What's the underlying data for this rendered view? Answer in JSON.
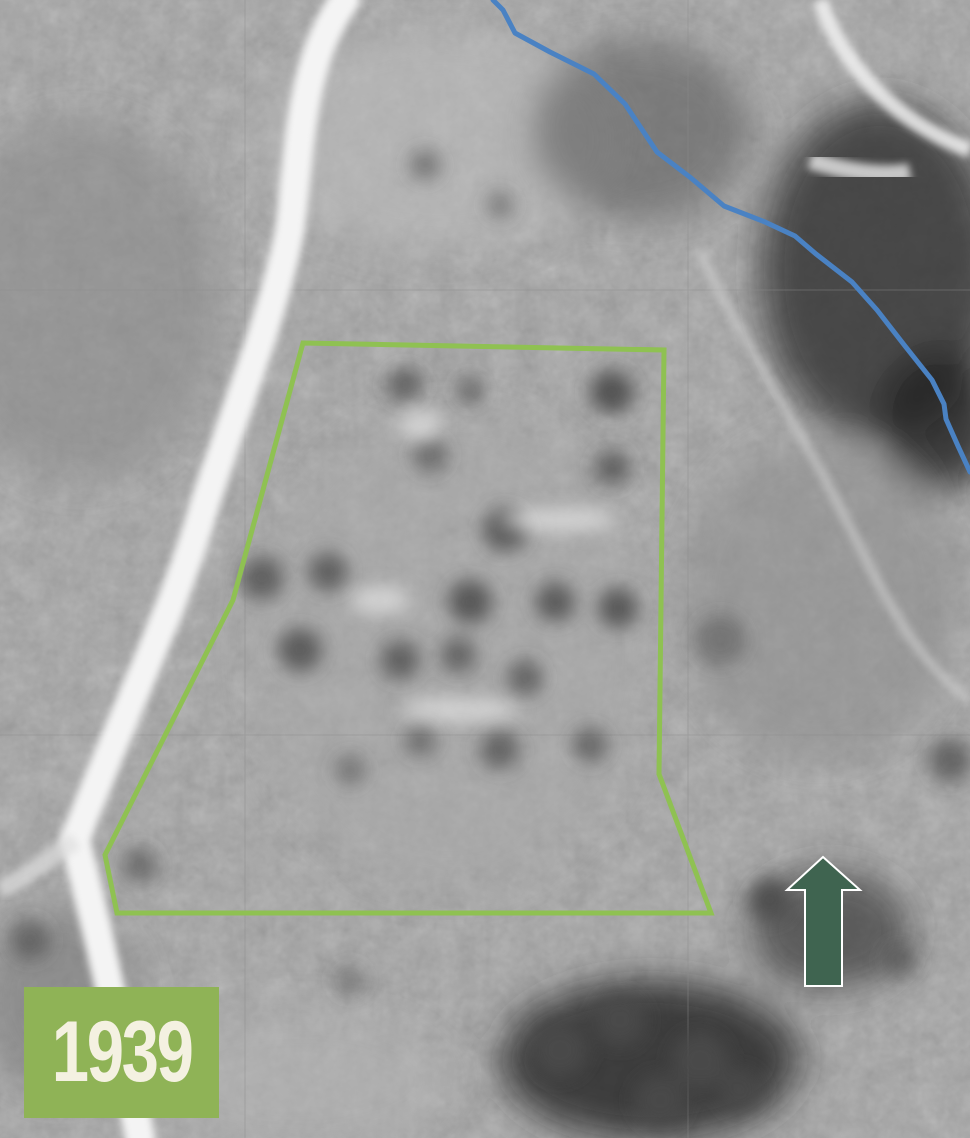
{
  "map": {
    "year": "1939",
    "colors": {
      "badge_background": "#8fb356",
      "badge_text": "#f4f1e1",
      "boundary_outline": "#8fc152",
      "river_line": "#4a82c3",
      "north_arrow_fill": "#3f6450",
      "north_arrow_stroke": "#ffffff",
      "frame": "#2f5a42"
    },
    "icons": {
      "north_arrow": "north-arrow-icon"
    },
    "layers": [
      "aerial-photo",
      "site-boundary",
      "watercourse",
      "north-arrow",
      "year-label"
    ]
  }
}
